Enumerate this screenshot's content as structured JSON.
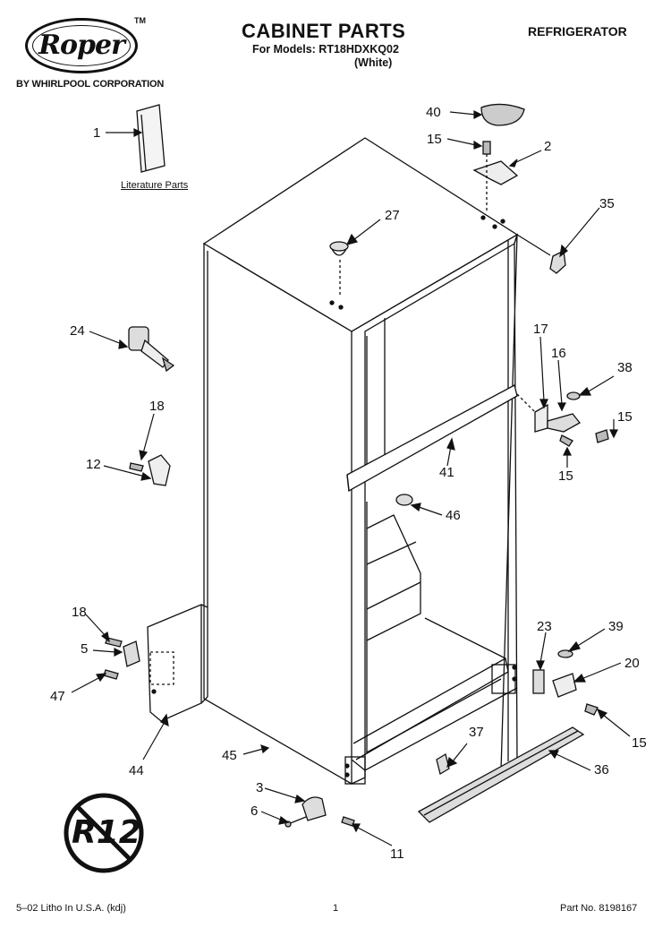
{
  "header": {
    "brand": "Roper",
    "trademark": "TM",
    "byline": "BY WHIRLPOOL CORPORATION",
    "title": "CABINET PARTS",
    "models": "For Models: RT18HDXKQ02",
    "color": "(White)",
    "appliance": "REFRIGERATOR"
  },
  "literature_label": "Literature Parts",
  "callouts": {
    "c1": "1",
    "c40": "40",
    "c15a": "15",
    "c2": "2",
    "c35": "35",
    "c27": "27",
    "c24": "24",
    "c17": "17",
    "c16": "16",
    "c38": "38",
    "c15b": "15",
    "c15c": "15",
    "c18a": "18",
    "c12": "12",
    "c41": "41",
    "c46": "46",
    "c18b": "18",
    "c5": "5",
    "c47": "47",
    "c23": "23",
    "c39": "39",
    "c20": "20",
    "c15d": "15",
    "c44": "44",
    "c45": "45",
    "c37": "37",
    "c36": "36",
    "c3": "3",
    "c6": "6",
    "c11": "11"
  },
  "footer": {
    "left": "5–02 Litho In U.S.A. (kdj)",
    "page": "1",
    "part_no": "Part No. 8198167"
  },
  "stamp_text": "R12"
}
